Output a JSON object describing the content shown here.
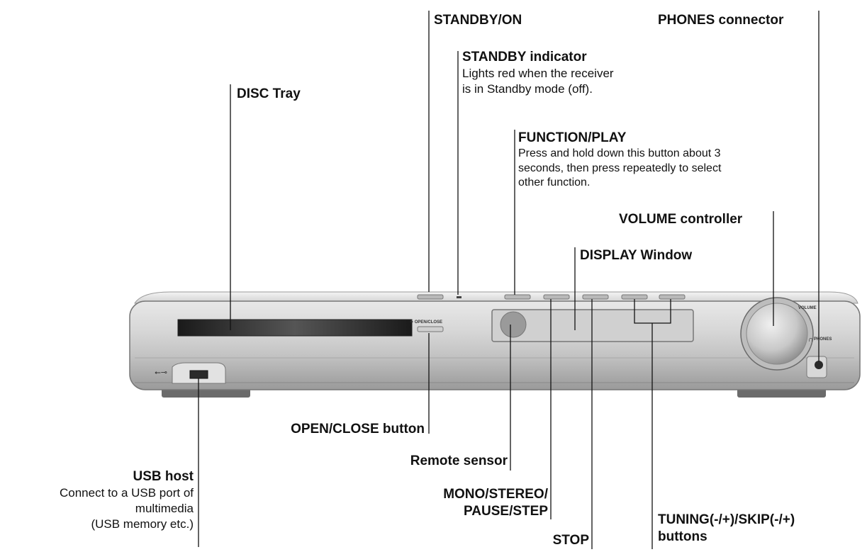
{
  "labels": {
    "standby_on": "STANDBY/ON",
    "phones": "PHONES connector",
    "standby_ind": {
      "title": "STANDBY indicator",
      "desc1": "Lights red when the receiver",
      "desc2": "is in Standby mode (off)."
    },
    "disc_tray": "DISC Tray",
    "function_play": {
      "title": "FUNCTION/PLAY",
      "desc1": "Press and hold down this button about 3",
      "desc2": "seconds, then press repeatedly to select",
      "desc3": "other function."
    },
    "volume": "VOLUME controller",
    "display": "DISPLAY Window",
    "open_close": "OPEN/CLOSE button",
    "remote": "Remote sensor",
    "usb": {
      "title": "USB host",
      "desc1": "Connect to a USB port of",
      "desc2": "multimedia",
      "desc3": "(USB memory etc.)"
    },
    "mono1": "MONO/STEREO/",
    "mono2": "PAUSE/STEP",
    "stop": "STOP",
    "tuning1": "TUNING(-/+)/SKIP(-/+)",
    "tuning2": "buttons"
  },
  "panel": {
    "open_close_text": "≜ OPEN/CLOSE",
    "volume_text": "VOLUME",
    "phones_text": "PHONES"
  },
  "colors": {
    "panel_light": "#f2f2f2",
    "panel_mid": "#c9c9c9",
    "panel_dark": "#6a6a6a",
    "line": "#111111"
  }
}
